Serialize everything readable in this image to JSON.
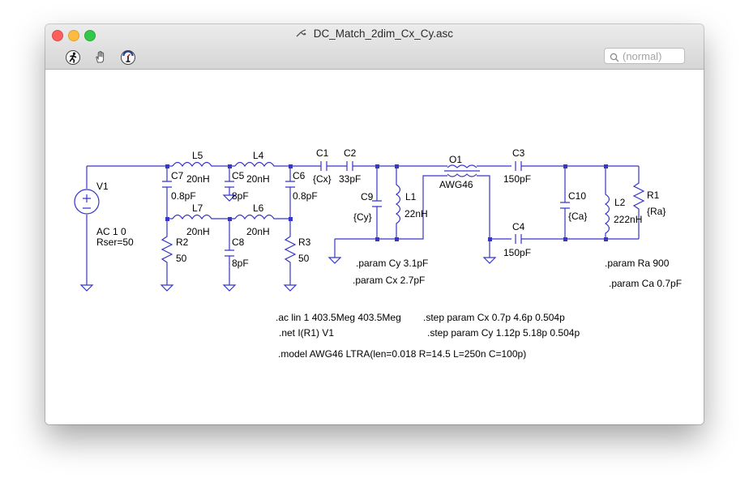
{
  "window": {
    "title": "DC_Match_2dim_Cx_Cy.asc"
  },
  "toolbar": {
    "run_icon": "run-icon",
    "halt_icon": "halt-hand-icon",
    "probe_icon": "probe-icon",
    "search_placeholder": "(normal)"
  },
  "colors": {
    "wire": "#3636c9",
    "text": "#000000",
    "junction": "#3636c9"
  },
  "schematic": {
    "components": {
      "V1": {
        "name": "V1",
        "value1": "AC 1 0",
        "value2": "Rser=50"
      },
      "L5": {
        "name": "L5",
        "value": "20nH"
      },
      "L4": {
        "name": "L4",
        "value": "20nH"
      },
      "L7": {
        "name": "L7",
        "value": "20nH"
      },
      "L6": {
        "name": "L6",
        "value": "20nH"
      },
      "C7": {
        "name": "C7",
        "value": "0.8pF"
      },
      "C5": {
        "name": "C5",
        "value": "8pF"
      },
      "C6": {
        "name": "C6",
        "value": "0.8pF"
      },
      "C8": {
        "name": "C8",
        "value": "8pF"
      },
      "R2": {
        "name": "R2",
        "value": "50"
      },
      "R3": {
        "name": "R3",
        "value": "50"
      },
      "C1": {
        "name": "C1",
        "value": "{Cx}"
      },
      "C2": {
        "name": "C2",
        "value": "33pF"
      },
      "C9": {
        "name": "C9",
        "value": "{Cy}"
      },
      "L1": {
        "name": "L1",
        "value": "22nH"
      },
      "O1": {
        "name": "O1",
        "value": "AWG46"
      },
      "C3": {
        "name": "C3",
        "value": "150pF"
      },
      "C4": {
        "name": "C4",
        "value": "150pF"
      },
      "C10": {
        "name": "C10",
        "value": "{Ca}"
      },
      "L2": {
        "name": "L2",
        "value": "222nH"
      },
      "R1": {
        "name": "R1",
        "value": "{Ra}"
      }
    },
    "directives": {
      "param_cy": ".param Cy 3.1pF",
      "param_cx": ".param Cx  2.7pF",
      "param_ra": ".param Ra 900",
      "param_ca": ".param Ca 0.7pF",
      "ac": ".ac lin 1 403.5Meg 403.5Meg",
      "net": ".net I(R1) V1",
      "step_cx": ".step param Cx  0.7p 4.6p  0.504p",
      "step_cy": ".step param Cy 1.12p 5.18p 0.504p",
      "model": ".model AWG46 LTRA(len=0.018 R=14.5 L=250n C=100p)"
    }
  }
}
